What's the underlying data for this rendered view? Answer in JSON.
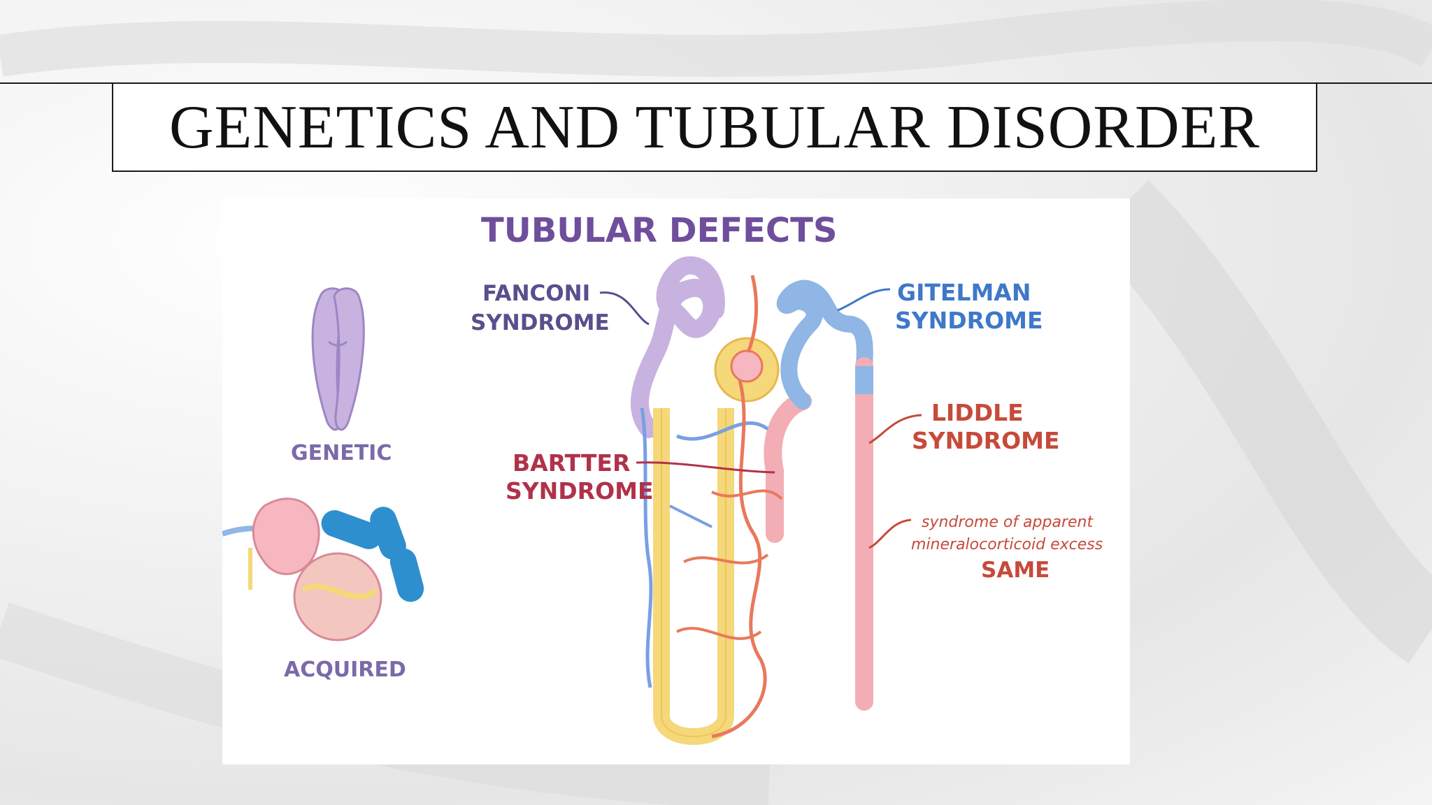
{
  "slide": {
    "title": "GENETICS AND TUBULAR DISORDER"
  },
  "diagram": {
    "heading": "TUBULAR DEFECTS",
    "left": {
      "genetic_label": "GENETIC",
      "acquired_label": "ACQUIRED"
    },
    "labels": {
      "fanconi_1": "FANCONI",
      "fanconi_2": "SYNDROME",
      "bartter_1": "BARTTER",
      "bartter_2": "SYNDROME",
      "gitelman_1": "GITELMAN",
      "gitelman_2": "SYNDROME",
      "liddle_1": "LIDDLE",
      "liddle_2": "SYNDROME",
      "same_1": "syndrome of apparent",
      "same_2": "mineralocorticoid excess",
      "same_3": "SAME"
    },
    "colors": {
      "heading": "#6f4e9c",
      "fanconi": "#5a4e8c",
      "bartter": "#b0324a",
      "gitelman": "#3f78c8",
      "liddle": "#c64a3a",
      "tubule_purple": "#c8b2e0",
      "tubule_yellow": "#f5d87a",
      "tubule_pink": "#f2aeb4",
      "tubule_blue": "#8fb6e4",
      "vessel_red": "#e9785d",
      "vessel_blue": "#7a9fe3"
    }
  }
}
